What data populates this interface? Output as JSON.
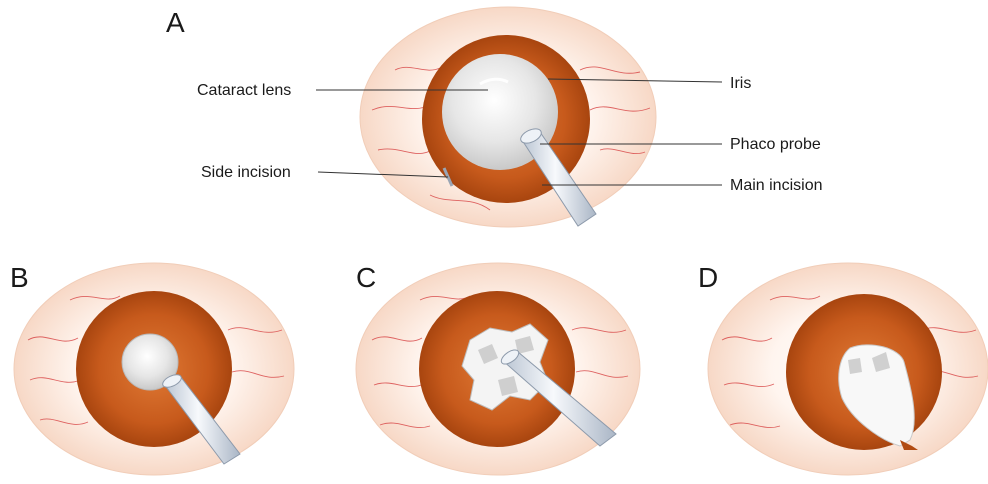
{
  "panels": {
    "a": {
      "letter": "A"
    },
    "b": {
      "letter": "B"
    },
    "c": {
      "letter": "C"
    },
    "d": {
      "letter": "D"
    }
  },
  "labels": {
    "cataract_lens": "Cataract lens",
    "iris": "Iris",
    "side_incision": "Side incision",
    "phaco_probe": "Phaco probe",
    "main_incision": "Main incision"
  },
  "colors": {
    "sclera": "#fbe9df",
    "iris": "#c45a1e",
    "lens": "#e9e9e9",
    "vein": "#d84a4a",
    "probe": "#dfe6ef"
  }
}
